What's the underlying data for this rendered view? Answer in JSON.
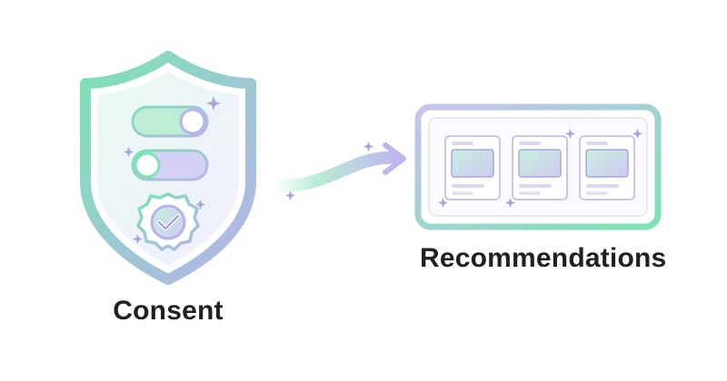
{
  "labels": {
    "consent": "Consent",
    "recommendations": "Recommendations"
  },
  "colors": {
    "mint": "#7be3b4",
    "lavender": "#b8b3ec",
    "toggle_on_fill": "#bdeed5",
    "toggle_off_fill": "#d5d1f5",
    "card_border": "#c9c6ee",
    "text": "#1f1f24"
  },
  "toggles": [
    {
      "state": "on"
    },
    {
      "state": "off"
    }
  ],
  "recommendation_cards": [
    {
      "position": "left"
    },
    {
      "position": "center"
    },
    {
      "position": "right"
    }
  ],
  "icons": [
    "shield-icon",
    "toggle-switch-icon",
    "verified-badge-icon",
    "arrow-icon",
    "sparkle-icon"
  ]
}
